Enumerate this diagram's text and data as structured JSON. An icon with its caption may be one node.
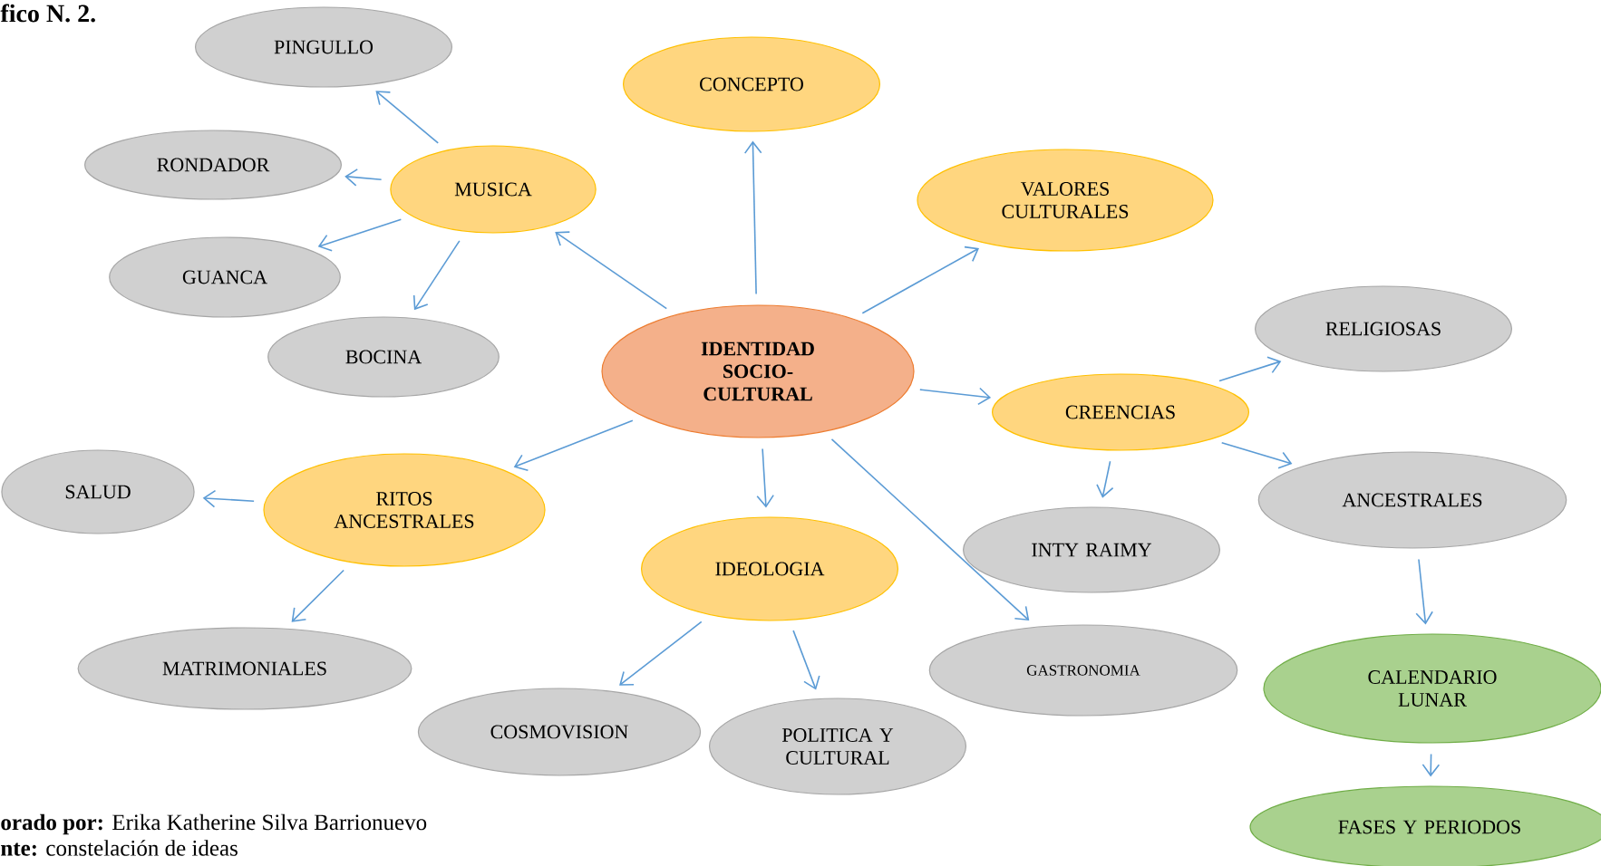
{
  "diagram": {
    "title": "fico N. 2.",
    "nodes": [
      {
        "text": [
          "IDENTIDAD SOCIO-CULTURAL"
        ]
      },
      {
        "text": [
          "CONCEPTO"
        ]
      },
      {
        "text": [
          "VALORES CULTURALES"
        ]
      },
      {
        "text": [
          "MUSICA"
        ]
      },
      {
        "text": [
          "PINGULLO"
        ]
      },
      {
        "text": [
          "RONDADOR"
        ]
      },
      {
        "text": [
          "GUANCA"
        ]
      },
      {
        "text": [
          "BOCINA"
        ]
      },
      {
        "text": [
          "CREENCIAS"
        ]
      },
      {
        "text": [
          "RELIGIOSAS"
        ]
      },
      {
        "text": [
          "ANCESTRALES"
        ]
      },
      {
        "text": [
          "INTY RAIMY"
        ]
      },
      {
        "text": [
          "CALENDARIO LUNAR"
        ]
      },
      {
        "text": [
          "FASES Y PERIODOS"
        ]
      },
      {
        "text": [
          "RITOS ANCESTRALES"
        ]
      },
      {
        "text": [
          "SALUD"
        ]
      },
      {
        "text": [
          "MATRIMONIALES"
        ]
      },
      {
        "text": [
          "IDEOLOGIA"
        ]
      },
      {
        "text": [
          "COSMOVISION"
        ]
      },
      {
        "text": [
          "POLITICA Y CULTURAL"
        ]
      },
      {
        "text": [
          "GASTRONOMIA"
        ]
      }
    ],
    "edges": [
      {
        "from": 0,
        "to": 1,
        "arrow": "to"
      },
      {
        "from": 0,
        "to": 2,
        "arrow": "to"
      },
      {
        "from": 0,
        "to": 3,
        "arrow": "to"
      },
      {
        "from": 0,
        "to": 8,
        "arrow": "to"
      },
      {
        "from": 0,
        "to": 14,
        "arrow": "to"
      },
      {
        "from": 0,
        "to": 17,
        "arrow": "to"
      },
      {
        "from": 0,
        "to": 20,
        "arrow": "to"
      },
      {
        "from": 3,
        "to": 4,
        "arrow": "to"
      },
      {
        "from": 3,
        "to": 5,
        "arrow": "to"
      },
      {
        "from": 3,
        "to": 6,
        "arrow": "to"
      },
      {
        "from": 3,
        "to": 7,
        "arrow": "to"
      },
      {
        "from": 8,
        "to": 9,
        "arrow": "to"
      },
      {
        "from": 8,
        "to": 10,
        "arrow": "to"
      },
      {
        "from": 8,
        "to": 11,
        "arrow": "to"
      },
      {
        "from": 10,
        "to": 12,
        "arrow": "to"
      },
      {
        "from": 12,
        "to": 13,
        "arrow": "to"
      },
      {
        "from": 14,
        "to": 15,
        "arrow": "to"
      },
      {
        "from": 14,
        "to": 16,
        "arrow": "to"
      },
      {
        "from": 17,
        "to": 18,
        "arrow": "to"
      },
      {
        "from": 17,
        "to": 19,
        "arrow": "to"
      }
    ],
    "labels": [
      "**orado por:** Erika Katherine Silva Barrionuevo",
      "**nte:** constelación de ideas"
    ]
  }
}
